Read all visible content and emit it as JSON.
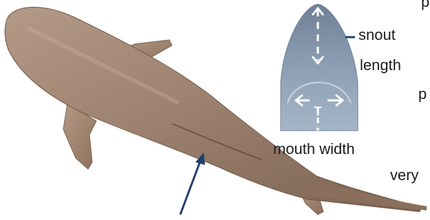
{
  "labels": {
    "snout": "snout",
    "length": "length",
    "mouth_width": "mouth width",
    "cut_top": "p",
    "cut_mid": "p",
    "cut_bottom": "very"
  },
  "colors": {
    "shark_body": "#9a7f6c",
    "shark_dark": "#6f5648",
    "snout_panel": "#8ea0b6",
    "arrow": "#1f3f6e",
    "measure_arrow": "#ffffff"
  }
}
